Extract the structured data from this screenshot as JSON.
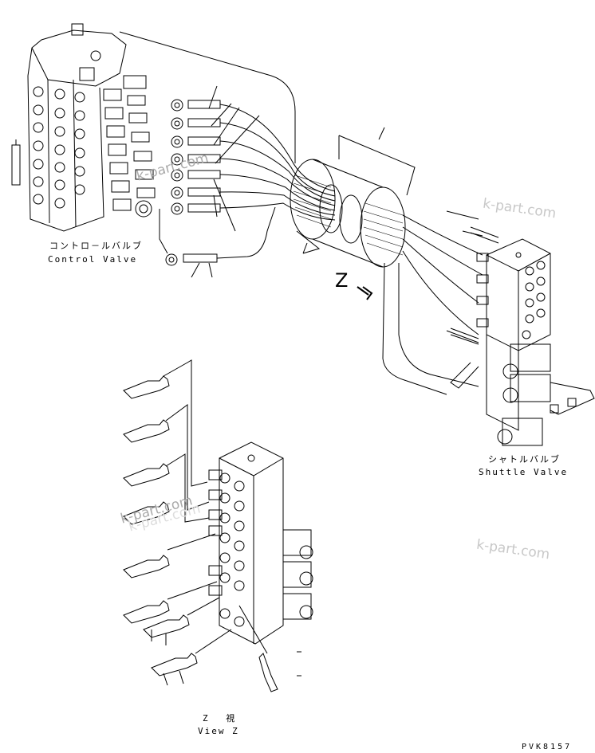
{
  "labels": {
    "control_valve_jp": "コントロ－ルバルブ",
    "control_valve_en": "Control Valve",
    "shuttle_valve_jp": "シャトルバルブ",
    "shuttle_valve_en": "Shuttle Valve",
    "view_letter": "Z",
    "view_jp": "Z 視",
    "view_en": "View Z",
    "drawing_code": "PVK8157"
  },
  "watermarks": [
    "k-part.com",
    "k-part.com",
    "k-part.com",
    "k-part.com",
    "k-part.com"
  ]
}
